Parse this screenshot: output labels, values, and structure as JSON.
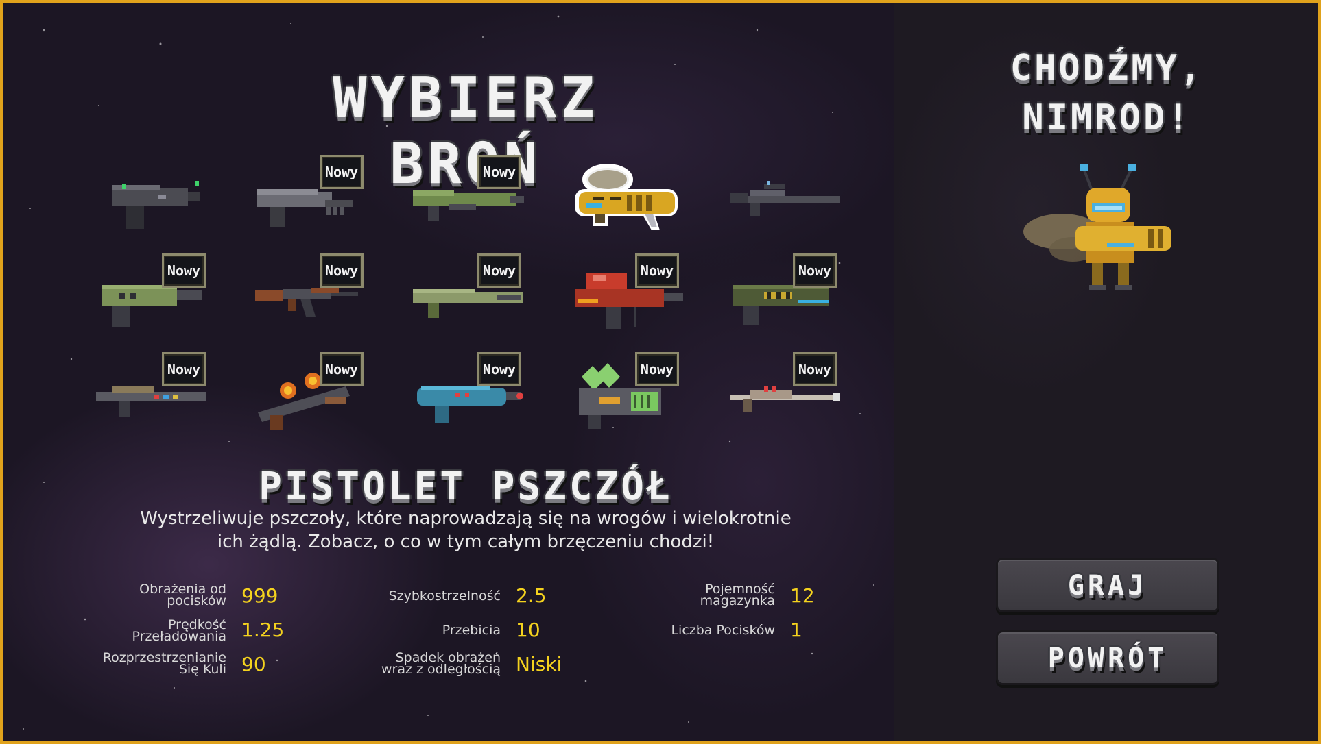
{
  "screen_title": "WYBIERZ BROŃ",
  "hero_title_line1": "CHODŹMY,",
  "hero_title_line2": "NIMROD!",
  "new_badge": "Nowy",
  "weapons": [
    {
      "icon": "blaster-pistol-icon",
      "is_new": false,
      "selected": false
    },
    {
      "icon": "grey-pistol-icon",
      "is_new": true,
      "selected": false
    },
    {
      "icon": "green-rifle-icon",
      "is_new": true,
      "selected": false
    },
    {
      "icon": "bee-gun-icon",
      "is_new": false,
      "selected": true
    },
    {
      "icon": "sniper-rifle-icon",
      "is_new": false,
      "selected": false
    },
    {
      "icon": "green-pistol-icon",
      "is_new": true,
      "selected": false
    },
    {
      "icon": "assault-rifle-icon",
      "is_new": true,
      "selected": false
    },
    {
      "icon": "long-green-rifle-icon",
      "is_new": true,
      "selected": false
    },
    {
      "icon": "red-machine-gun-icon",
      "is_new": true,
      "selected": false
    },
    {
      "icon": "hazard-blaster-icon",
      "is_new": true,
      "selected": false
    },
    {
      "icon": "plasma-rifle-icon",
      "is_new": true,
      "selected": false
    },
    {
      "icon": "flame-rifle-icon",
      "is_new": true,
      "selected": false
    },
    {
      "icon": "blue-beast-gun-icon",
      "is_new": true,
      "selected": false
    },
    {
      "icon": "battery-launcher-icon",
      "is_new": true,
      "selected": false
    },
    {
      "icon": "laser-sniper-icon",
      "is_new": true,
      "selected": false
    }
  ],
  "selected_weapon": {
    "name": "PISTOLET PSZCZÓŁ",
    "description_line1": "Wystrzeliwuje pszczoły, które naprowadzają się na wrogów i wielokrotnie",
    "description_line2": "ich żądlą. Zobacz, o co w tym całym brzęczeniu chodzi!"
  },
  "stats": {
    "damage": {
      "label_1": "Obrażenia od",
      "label_2": "pocisków",
      "value": "999"
    },
    "reload": {
      "label_1": "Prędkość",
      "label_2": "Przeładowania",
      "value": "1.25"
    },
    "spread": {
      "label_1": "Rozprzestrzenianie",
      "label_2": "Się Kuli",
      "value": "90"
    },
    "fire_rate": {
      "label": "Szybkostrzelność",
      "value": "2.5"
    },
    "pierce": {
      "label": "Przebicia",
      "value": "10"
    },
    "falloff": {
      "label_1": "Spadek obrażeń",
      "label_2": "wraz z odległością",
      "value": "Niski"
    },
    "magazine": {
      "label_1": "Pojemność",
      "label_2": "magazynka",
      "value": "12"
    },
    "bullets": {
      "label": "Liczba Pocisków",
      "value": "1"
    }
  },
  "buttons": {
    "play": "GRAJ",
    "back": "POWRÓT"
  },
  "colors": {
    "frame": "#e0a21c",
    "stat_value": "#f4d21e",
    "button": "#444148"
  }
}
